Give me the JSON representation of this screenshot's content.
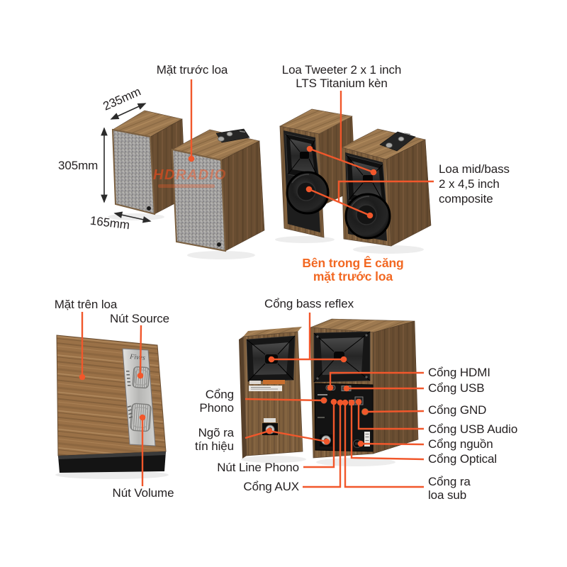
{
  "front_view": {
    "label_front_face": "Mặt trước loa",
    "dim_width": "235mm",
    "dim_height": "305mm",
    "dim_depth": "165mm"
  },
  "inside_view": {
    "tweeter_line1": "Loa Tweeter 2 x 1 inch",
    "tweeter_line2": "LTS Titanium kèn",
    "midbass_line1": "Loa mid/bass",
    "midbass_line2": "2 x 4,5 inch",
    "midbass_line3": "composite",
    "caption_line1": "Bên trong Ê căng",
    "caption_line2": "mặt trước loa"
  },
  "top_view": {
    "label_top_face": "Mặt trên loa",
    "label_source": "Nút Source",
    "label_volume": "Nút Volume",
    "logo": "Fives"
  },
  "rear_view": {
    "bass_reflex": "Cổng bass reflex",
    "hdmi": "Cổng HDMI",
    "usb": "Cổng USB",
    "gnd": "Cổng GND",
    "usb_audio": "Cổng USB Audio",
    "power": "Cổng nguồn",
    "optical": "Cổng Optical",
    "sub_line1": "Cổng ra",
    "sub_line2": "loa sub",
    "phono_line1": "Cổng",
    "phono_line2": "Phono",
    "signal_out_line1": "Ngõ ra",
    "signal_out_line2": "tín hiệu",
    "line_phono": "Nút Line Phono",
    "aux": "Cổng AUX"
  },
  "watermark": {
    "bold": "HD",
    "rest": "RADIO"
  },
  "colors": {
    "accent_line": "#F1572B",
    "caption_orange": "#F26822",
    "text": "#231F20",
    "wood_front": "#7E5F3D",
    "wood_top": "#9D7950",
    "wood_side": "#674C31",
    "grille_fabric": "#A6A5A3",
    "metal_panel": "#C9C9C7"
  }
}
